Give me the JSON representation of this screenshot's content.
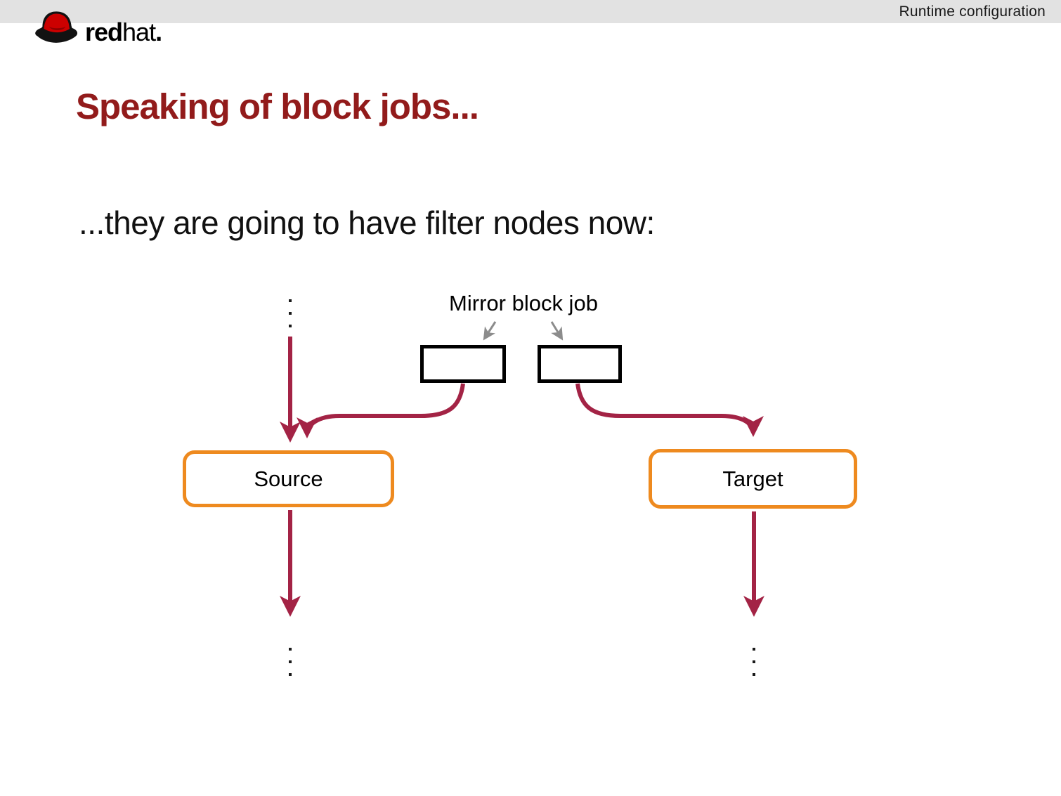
{
  "topbar": {
    "section_label": "Runtime configuration"
  },
  "logo": {
    "brand_bold": "red",
    "brand_regular": "hat",
    "period": "."
  },
  "slide": {
    "title": "Speaking of block jobs...",
    "body": "...they are going to have filter nodes now:"
  },
  "diagram": {
    "mirror_label": "Mirror block job",
    "source_label": "Source",
    "target_label": "Target",
    "colors": {
      "flow_red": "#a32345",
      "node_border_orange": "#ee8a1f",
      "filter_border_black": "#000000",
      "pointer_gray": "#8c8c8c",
      "dots_black": "#1a1a1a"
    }
  },
  "theme": {
    "title_red": "#921b1b",
    "topbar_bg": "#e2e2e2",
    "logo_red": "#cc0000"
  }
}
